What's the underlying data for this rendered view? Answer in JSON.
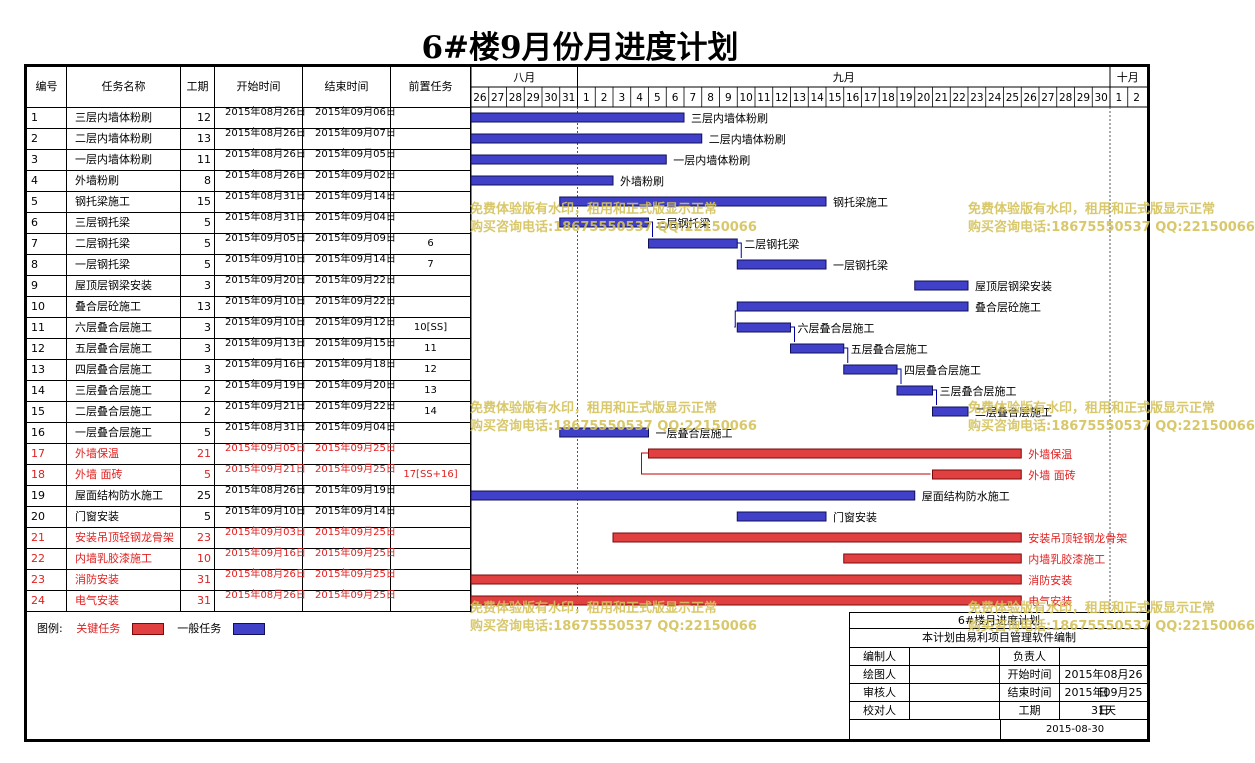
{
  "title": "6#楼9月份月进度计划",
  "headers": {
    "id": "编号",
    "name": "任务名称",
    "dur": "工期",
    "start": "开始时间",
    "end": "结束时间",
    "pred": "前置任务"
  },
  "months": [
    {
      "label": "八月",
      "from": 0,
      "to": 6
    },
    {
      "label": "九月",
      "from": 6,
      "to": 36
    },
    {
      "label": "十月",
      "from": 36,
      "to": 38
    }
  ],
  "day_labels": [
    "26",
    "27",
    "28",
    "29",
    "30",
    "31",
    "1",
    "2",
    "3",
    "4",
    "5",
    "6",
    "7",
    "8",
    "9",
    "10",
    "11",
    "12",
    "13",
    "14",
    "15",
    "16",
    "17",
    "18",
    "19",
    "20",
    "21",
    "22",
    "23",
    "24",
    "25",
    "26",
    "27",
    "28",
    "29",
    "30",
    "1",
    "2"
  ],
  "chart_data": {
    "type": "gantt",
    "x_start": "2015-08-26",
    "tasks": [
      {
        "id": "1",
        "name": "三层内墙体粉刷",
        "dur": "12",
        "start": "2015年08月26日",
        "end": "2015年09月06日",
        "pred": "",
        "critical": false,
        "s": 0,
        "d": 12
      },
      {
        "id": "2",
        "name": "二层内墙体粉刷",
        "dur": "13",
        "start": "2015年08月26日",
        "end": "2015年09月07日",
        "pred": "",
        "critical": false,
        "s": 0,
        "d": 13
      },
      {
        "id": "3",
        "name": "一层内墙体粉刷",
        "dur": "11",
        "start": "2015年08月26日",
        "end": "2015年09月05日",
        "pred": "",
        "critical": false,
        "s": 0,
        "d": 11
      },
      {
        "id": "4",
        "name": "外墙粉刷",
        "dur": "8",
        "start": "2015年08月26日",
        "end": "2015年09月02日",
        "pred": "",
        "critical": false,
        "s": 0,
        "d": 8
      },
      {
        "id": "5",
        "name": "钢托梁施工",
        "dur": "15",
        "start": "2015年08月31日",
        "end": "2015年09月14日",
        "pred": "",
        "critical": false,
        "s": 5,
        "d": 15
      },
      {
        "id": "6",
        "name": "三层钢托梁",
        "dur": "5",
        "start": "2015年08月31日",
        "end": "2015年09月04日",
        "pred": "",
        "critical": false,
        "s": 5,
        "d": 5
      },
      {
        "id": "7",
        "name": "二层钢托梁",
        "dur": "5",
        "start": "2015年09月05日",
        "end": "2015年09月09日",
        "pred": "6",
        "critical": false,
        "s": 10,
        "d": 5
      },
      {
        "id": "8",
        "name": "一层钢托梁",
        "dur": "5",
        "start": "2015年09月10日",
        "end": "2015年09月14日",
        "pred": "7",
        "critical": false,
        "s": 15,
        "d": 5
      },
      {
        "id": "9",
        "name": "屋顶层钢梁安装",
        "dur": "3",
        "start": "2015年09月20日",
        "end": "2015年09月22日",
        "pred": "",
        "critical": false,
        "s": 25,
        "d": 3
      },
      {
        "id": "10",
        "name": "叠合层砼施工",
        "dur": "13",
        "start": "2015年09月10日",
        "end": "2015年09月22日",
        "pred": "",
        "critical": false,
        "s": 15,
        "d": 13
      },
      {
        "id": "11",
        "name": "六层叠合层施工",
        "dur": "3",
        "start": "2015年09月10日",
        "end": "2015年09月12日",
        "pred": "10[SS]",
        "critical": false,
        "s": 15,
        "d": 3
      },
      {
        "id": "12",
        "name": "五层叠合层施工",
        "dur": "3",
        "start": "2015年09月13日",
        "end": "2015年09月15日",
        "pred": "11",
        "critical": false,
        "s": 18,
        "d": 3
      },
      {
        "id": "13",
        "name": "四层叠合层施工",
        "dur": "3",
        "start": "2015年09月16日",
        "end": "2015年09月18日",
        "pred": "12",
        "critical": false,
        "s": 21,
        "d": 3
      },
      {
        "id": "14",
        "name": "三层叠合层施工",
        "dur": "2",
        "start": "2015年09月19日",
        "end": "2015年09月20日",
        "pred": "13",
        "critical": false,
        "s": 24,
        "d": 2
      },
      {
        "id": "15",
        "name": "二层叠合层施工",
        "dur": "2",
        "start": "2015年09月21日",
        "end": "2015年09月22日",
        "pred": "14",
        "critical": false,
        "s": 26,
        "d": 2
      },
      {
        "id": "16",
        "name": "一层叠合层施工",
        "dur": "5",
        "start": "2015年08月31日",
        "end": "2015年09月04日",
        "pred": "",
        "critical": false,
        "s": 5,
        "d": 5
      },
      {
        "id": "17",
        "name": "外墙保温",
        "dur": "21",
        "start": "2015年09月05日",
        "end": "2015年09月25日",
        "pred": "",
        "critical": true,
        "s": 10,
        "d": 21
      },
      {
        "id": "18",
        "name": "外墙 面砖",
        "dur": "5",
        "start": "2015年09月21日",
        "end": "2015年09月25日",
        "pred": "17[SS+16]",
        "critical": true,
        "s": 26,
        "d": 5
      },
      {
        "id": "19",
        "name": "屋面结构防水施工",
        "dur": "25",
        "start": "2015年08月26日",
        "end": "2015年09月19日",
        "pred": "",
        "critical": false,
        "s": 0,
        "d": 25
      },
      {
        "id": "20",
        "name": "门窗安装",
        "dur": "5",
        "start": "2015年09月10日",
        "end": "2015年09月14日",
        "pred": "",
        "critical": false,
        "s": 15,
        "d": 5
      },
      {
        "id": "21",
        "name": "安装吊顶轻钢龙骨架",
        "dur": "23",
        "start": "2015年09月03日",
        "end": "2015年09月25日",
        "pred": "",
        "critical": true,
        "s": 8,
        "d": 23
      },
      {
        "id": "22",
        "name": "内墙乳胶漆施工",
        "dur": "10",
        "start": "2015年09月16日",
        "end": "2015年09月25日",
        "pred": "",
        "critical": true,
        "s": 21,
        "d": 10
      },
      {
        "id": "23",
        "name": "消防安装",
        "dur": "31",
        "start": "2015年08月26日",
        "end": "2015年09月25日",
        "pred": "",
        "critical": true,
        "s": 0,
        "d": 31
      },
      {
        "id": "24",
        "name": "电气安装",
        "dur": "31",
        "start": "2015年08月26日",
        "end": "2015年09月25日",
        "pred": "",
        "critical": true,
        "s": 0,
        "d": 31
      }
    ]
  },
  "colors": {
    "critical": "#e04040",
    "normal": "#4040c8",
    "critical_text": "#e02020"
  },
  "legend": {
    "label": "图例:",
    "critical": "关键任务",
    "normal": "一般任务"
  },
  "info": {
    "line1": "6#楼月进度计划",
    "line2": "本计划由易利项目管理软件编制",
    "editor": "编制人",
    "owner": "负责人",
    "drawer": "绘图人",
    "start_label": "开始时间",
    "start_val": "2015年08月26日",
    "reviewer": "审核人",
    "end_label": "结束时间",
    "end_val": "2015年09月25日",
    "checker": "校对人",
    "dur_label": "工期",
    "dur_val": "31天",
    "date": "2015-08-30"
  },
  "watermark": {
    "line1": "免费体验版有水印，租用和正式版显示正常",
    "line2": "购买咨询电话:18675550537 QQ:22150066"
  }
}
